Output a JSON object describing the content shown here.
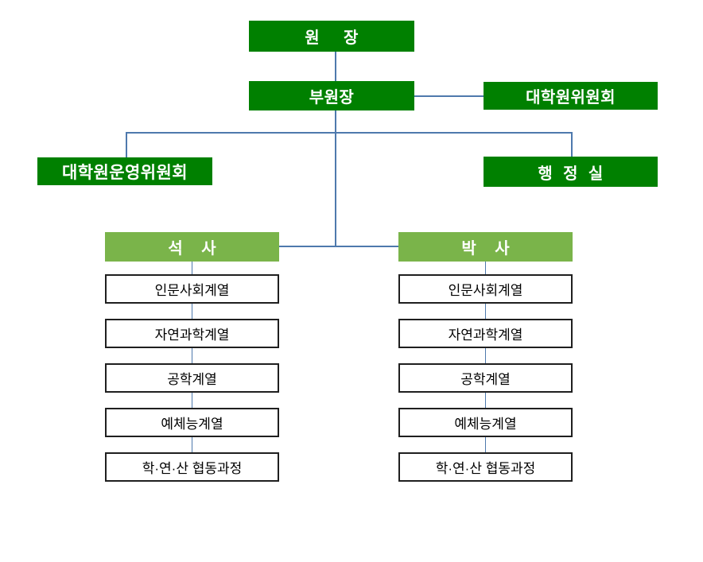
{
  "colors": {
    "dark_green": "#008000",
    "light_green": "#7AB44A",
    "connector": "#4E79AD",
    "box_border": "#1F1F1F",
    "header_text": "#FFFFFF",
    "track_text": "#000000",
    "background": "#FFFFFF"
  },
  "org_chart": {
    "director": "원 장",
    "deputy_director": "부원장",
    "graduate_committee": "대학원위원회",
    "steering_committee": "대학원운영위원회",
    "admin_office": "행 정 실",
    "masters": {
      "title": "석 사",
      "tracks": [
        "인문사회계열",
        "자연과학계열",
        "공학계열",
        "예체능계열",
        "학·연·산 협동과정"
      ]
    },
    "doctoral": {
      "title": "박 사",
      "tracks": [
        "인문사회계열",
        "자연과학계열",
        "공학계열",
        "예체능계열",
        "학·연·산 협동과정"
      ]
    }
  }
}
